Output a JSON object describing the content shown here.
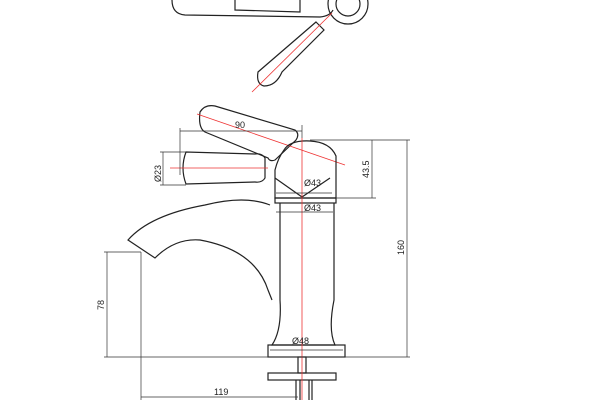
{
  "drawing": {
    "title": "Basin mixer technical drawing",
    "dimensions": {
      "lever_reach": "90",
      "lever_diameter": "Ø23",
      "body_diameter_upper": "Ø43",
      "body_diameter_lower": "Ø43",
      "head_height": "43.5",
      "total_height": "160",
      "spout_height": "78",
      "base_diameter": "Ø48",
      "spout_projection": "119"
    },
    "colors": {
      "outline": "#222222",
      "centerline": "#ee3333"
    }
  }
}
